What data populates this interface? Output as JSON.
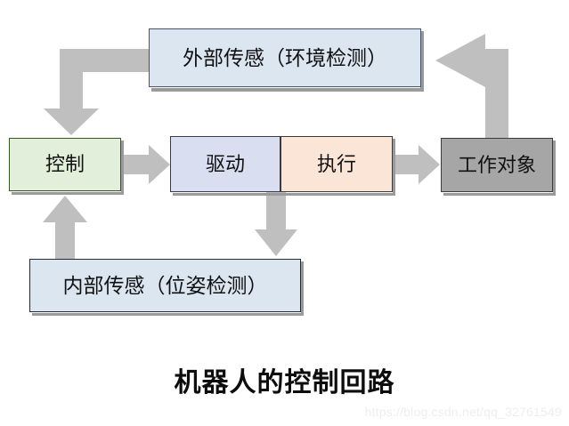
{
  "diagram": {
    "title": "机器人的控制回路",
    "watermark": "https://blog.csdn.net/qq_32761549",
    "arrow_color": "#bfbfbf",
    "nodes": {
      "external_sensing": {
        "label": "外部传感（环境检测）",
        "fill": "#dce6f1",
        "border": "#44546a"
      },
      "control": {
        "label": "控制",
        "fill": "#e2efda",
        "border": "#375623"
      },
      "drive": {
        "label": "驱动",
        "fill": "#d9dff1",
        "border": "#3a3a4a"
      },
      "execute": {
        "label": "执行",
        "fill": "#fbe5d6",
        "border": "#3a3a3a"
      },
      "work_object": {
        "label": "工作对象",
        "fill": "#a6a6a6",
        "border": "#3a3a3a"
      },
      "internal_sensing": {
        "label": "内部传感（位姿检测）",
        "fill": "#dce6f1",
        "border": "#1f2d3d"
      }
    },
    "arrows": [
      {
        "name": "work-object-to-external-sensing",
        "from": "work_object",
        "to": "external_sensing",
        "shape": "elbow-up-left"
      },
      {
        "name": "external-sensing-to-control",
        "from": "external_sensing",
        "to": "control",
        "shape": "elbow-left-down"
      },
      {
        "name": "control-to-drive",
        "from": "control",
        "to": "drive",
        "shape": "straight-right"
      },
      {
        "name": "execute-to-work-object",
        "from": "execute",
        "to": "work_object",
        "shape": "straight-right"
      },
      {
        "name": "drive-to-internal-sensing",
        "from": "drive",
        "to": "internal_sensing",
        "shape": "straight-down"
      },
      {
        "name": "internal-sensing-to-control",
        "from": "internal_sensing",
        "to": "control",
        "shape": "straight-up"
      }
    ]
  }
}
